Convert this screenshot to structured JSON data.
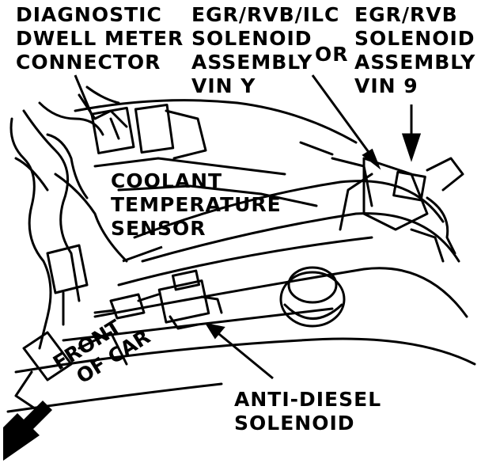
{
  "labels": {
    "diagnostic": [
      "DIAGNOSTIC",
      "DWELL METER",
      "CONNECTOR"
    ],
    "egr_ilc": [
      "EGR/RVB/ILC",
      "SOLENOID",
      "ASSEMBLY",
      "VIN Y"
    ],
    "or": "OR",
    "egr_rvb": [
      "EGR/RVB",
      "SOLENOID",
      "ASSEMBLY",
      "VIN 9"
    ],
    "coolant": [
      "COOLANT",
      "TEMPERATURE",
      "SENSOR"
    ],
    "anti_diesel": [
      "ANTI-DIESEL",
      "SOLENOID"
    ],
    "front": [
      "FRONT",
      "OF CAR"
    ]
  },
  "colors": {
    "ink": "#000000",
    "paper": "#ffffff"
  },
  "icons": {
    "front_arrow": "arrow-down-left-icon"
  }
}
